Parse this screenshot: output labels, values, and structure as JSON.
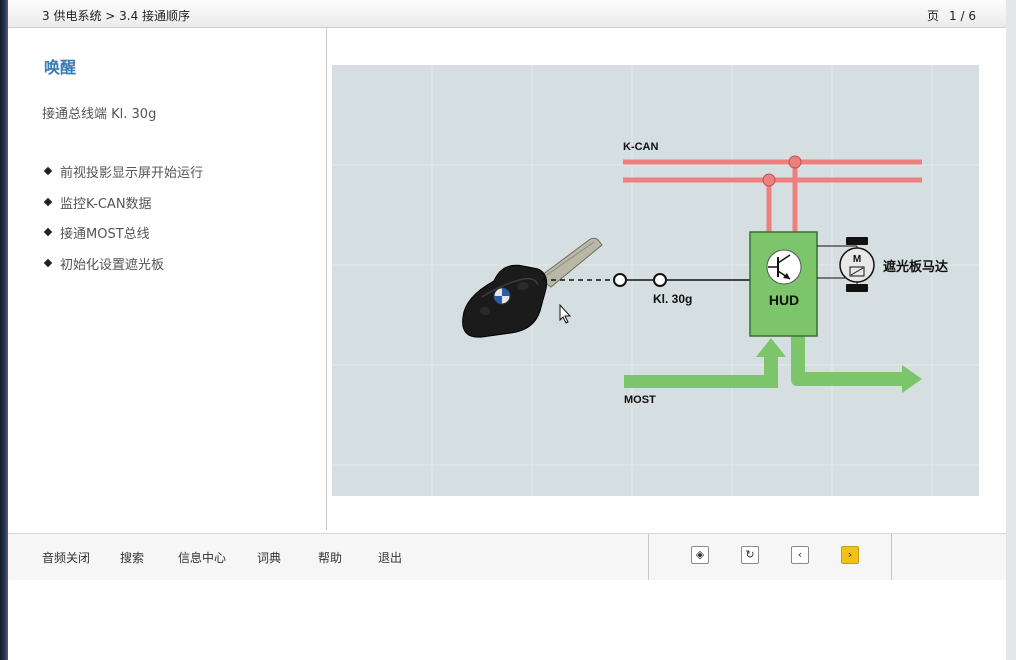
{
  "header": {
    "breadcrumb": "3 供电系统 > 3.4 接通顺序",
    "page_word": "页",
    "page_count": "1 / 6"
  },
  "left_panel": {
    "title": "唤醒",
    "subtitle": "接通总线端 Kl. 30g",
    "bullets": [
      "前视投影显示屏开始运行",
      "监控K-CAN数据",
      "接通MOST总线",
      "初始化设置遮光板"
    ]
  },
  "diagram": {
    "kcan_label": "K-CAN",
    "most_label": "MOST",
    "kl30g_label": "Kl. 30g",
    "hud_label": "HUD",
    "motor_symbol": "M",
    "motor_label": "遮光板马达",
    "colors": {
      "background": "#d5dee0",
      "kcan_lines": "#ee7f7f",
      "hud_box": "#7cc56a",
      "most_arrow": "#7cc56a"
    }
  },
  "footer": {
    "menu": [
      "音频关闭",
      "搜索",
      "信息中心",
      "词典",
      "帮助",
      "退出"
    ],
    "nav_icons": [
      "fullscreen-icon",
      "reload-icon",
      "previous-icon",
      "next-icon"
    ],
    "nav_symbols": [
      "◈",
      "↻",
      "‹",
      "›"
    ]
  }
}
